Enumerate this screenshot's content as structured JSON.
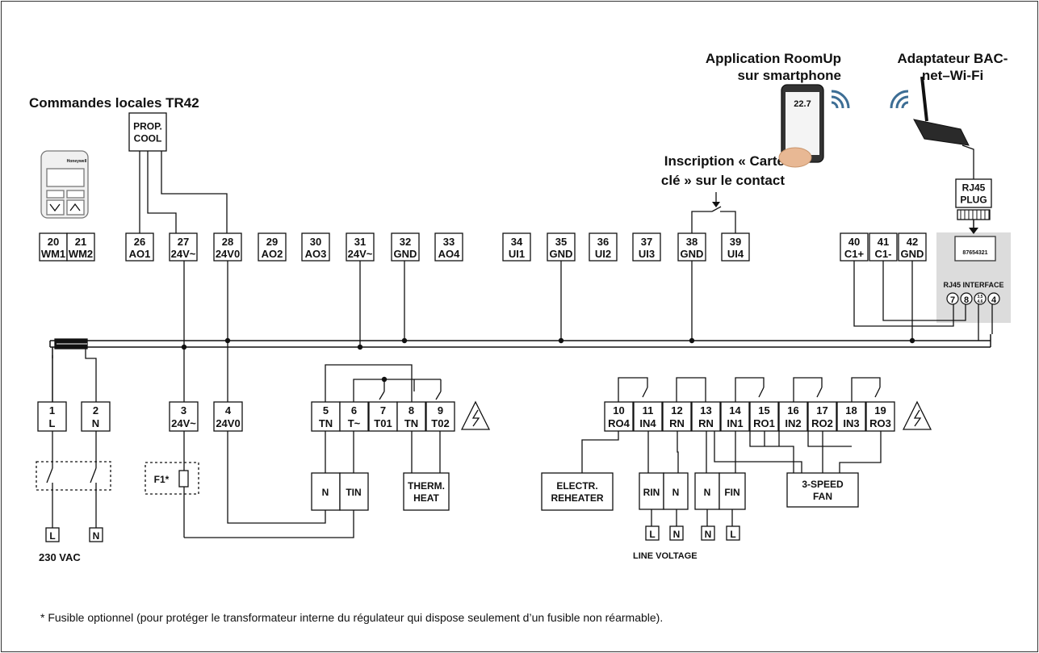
{
  "labels": {
    "local_controls": "Commandes locales TR42",
    "app_title_1": "Application RoomUp",
    "app_title_2": "sur smartphone",
    "adapter_title_1": "Adaptateur BAC-",
    "adapter_title_2": "net–Wi-Fi",
    "inscription_1": "Inscription « Carte",
    "inscription_2": "clé » sur le contact",
    "rj45_plug": [
      "RJ45",
      "PLUG"
    ],
    "rj45_interface": "RJ45 INTERFACE",
    "rj45_pins": "87654321",
    "rj45_circles": [
      "7",
      "8",
      "3,5\n4,6",
      "4"
    ],
    "prop_cool": [
      "PROP.",
      "COOL"
    ],
    "vac": "230 VAC",
    "line_voltage": "LINE VOLTAGE",
    "fuse": "F1*",
    "phone_temp": "22.7",
    "footnote": "* Fusible optionnel (pour protéger le transformateur interne du régulateur qui dispose seulement d’un fusible non réarmable)."
  },
  "terminals_top": [
    {
      "n": "20",
      "s": "WM1"
    },
    {
      "n": "21",
      "s": "WM2"
    },
    {
      "n": "26",
      "s": "AO1"
    },
    {
      "n": "27",
      "s": "24V~"
    },
    {
      "n": "28",
      "s": "24V0"
    },
    {
      "n": "29",
      "s": "AO2"
    },
    {
      "n": "30",
      "s": "AO3"
    },
    {
      "n": "31",
      "s": "24V~"
    },
    {
      "n": "32",
      "s": "GND"
    },
    {
      "n": "33",
      "s": "AO4"
    },
    {
      "n": "34",
      "s": "UI1"
    },
    {
      "n": "35",
      "s": "GND"
    },
    {
      "n": "36",
      "s": "UI2"
    },
    {
      "n": "37",
      "s": "UI3"
    },
    {
      "n": "38",
      "s": "GND"
    },
    {
      "n": "39",
      "s": "UI4"
    },
    {
      "n": "40",
      "s": "C1+"
    },
    {
      "n": "41",
      "s": "C1-"
    },
    {
      "n": "42",
      "s": "GND"
    }
  ],
  "terminals_bottom": [
    {
      "n": "1",
      "s": "L"
    },
    {
      "n": "2",
      "s": "N"
    },
    {
      "n": "3",
      "s": "24V~"
    },
    {
      "n": "4",
      "s": "24V0"
    },
    {
      "n": "5",
      "s": "TN"
    },
    {
      "n": "6",
      "s": "T~"
    },
    {
      "n": "7",
      "s": "T01"
    },
    {
      "n": "8",
      "s": "TN"
    },
    {
      "n": "9",
      "s": "T02"
    },
    {
      "n": "10",
      "s": "RO4"
    },
    {
      "n": "11",
      "s": "IN4"
    },
    {
      "n": "12",
      "s": "RN"
    },
    {
      "n": "13",
      "s": "RN"
    },
    {
      "n": "14",
      "s": "IN1"
    },
    {
      "n": "15",
      "s": "RO1"
    },
    {
      "n": "16",
      "s": "IN2"
    },
    {
      "n": "17",
      "s": "RO2"
    },
    {
      "n": "18",
      "s": "IN3"
    },
    {
      "n": "19",
      "s": "RO3"
    }
  ],
  "devices": {
    "n_tin": [
      "N",
      "TIN"
    ],
    "therm_heat": [
      "THERM.",
      "HEAT"
    ],
    "electr_reheater": [
      "ELECTR.",
      "REHEATER"
    ],
    "rin_n": [
      "RIN",
      "N"
    ],
    "n_fin": [
      "N",
      "FIN"
    ],
    "fan": [
      "3-SPEED",
      "FAN"
    ],
    "mains": [
      "L",
      "N"
    ],
    "line_terms": [
      "L",
      "N",
      "N",
      "L"
    ]
  }
}
